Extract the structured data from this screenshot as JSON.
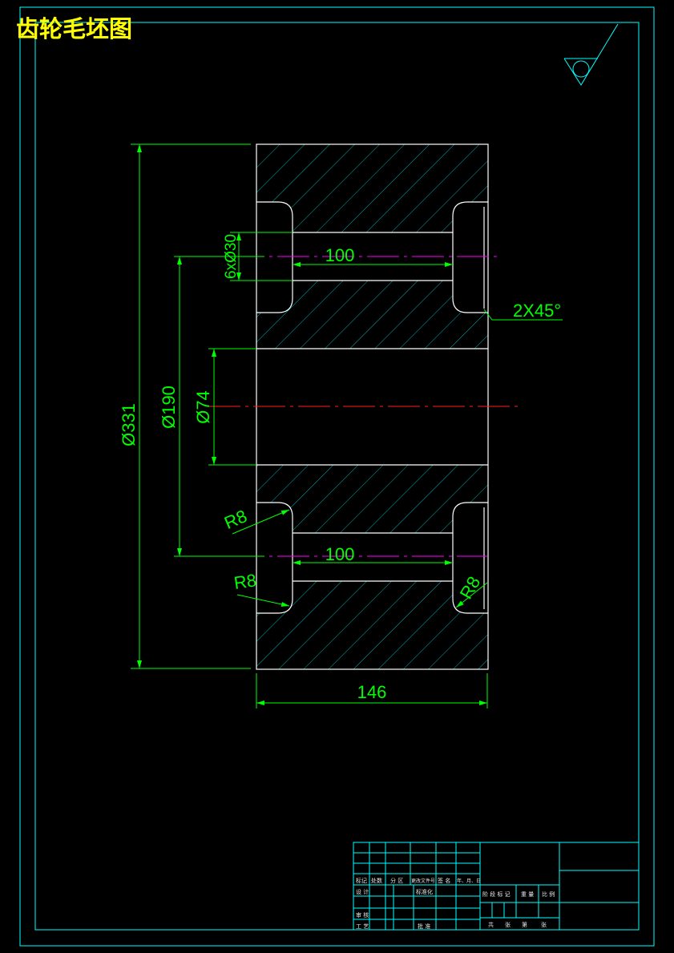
{
  "title": "齿轮毛坯图",
  "dimensions": {
    "outer_diameter": "Ø331",
    "hole_circle_diameter": "Ø190",
    "bore_diameter": "Ø74",
    "holes": "6xØ30",
    "hole_depth_top": "100",
    "hole_depth_bottom": "100",
    "chamfer": "2X45°",
    "fillet_1": "R8",
    "fillet_2": "R8",
    "fillet_3": "R8",
    "width": "146"
  },
  "title_block": {
    "row1": [
      "标记",
      "处数",
      "分 区",
      "更改文件号",
      "签 名",
      "年、月、日"
    ],
    "row2": [
      "设 计",
      "标准化"
    ],
    "row3": [
      "审 核"
    ],
    "row4": [
      "工 艺",
      "批 准"
    ],
    "stage_headers": [
      "阶 段 标 记",
      "重 量",
      "比 例"
    ],
    "sheet_footer": [
      "共",
      "张",
      "第",
      "张"
    ]
  },
  "colors": {
    "frame": "#00ffff",
    "dimension": "#00ff00",
    "outline": "#ffffff",
    "hatch": "#00bfbf",
    "centerline_red": "#ff2020",
    "centerline_magenta": "#ff00ff",
    "title": "#ffff00"
  }
}
